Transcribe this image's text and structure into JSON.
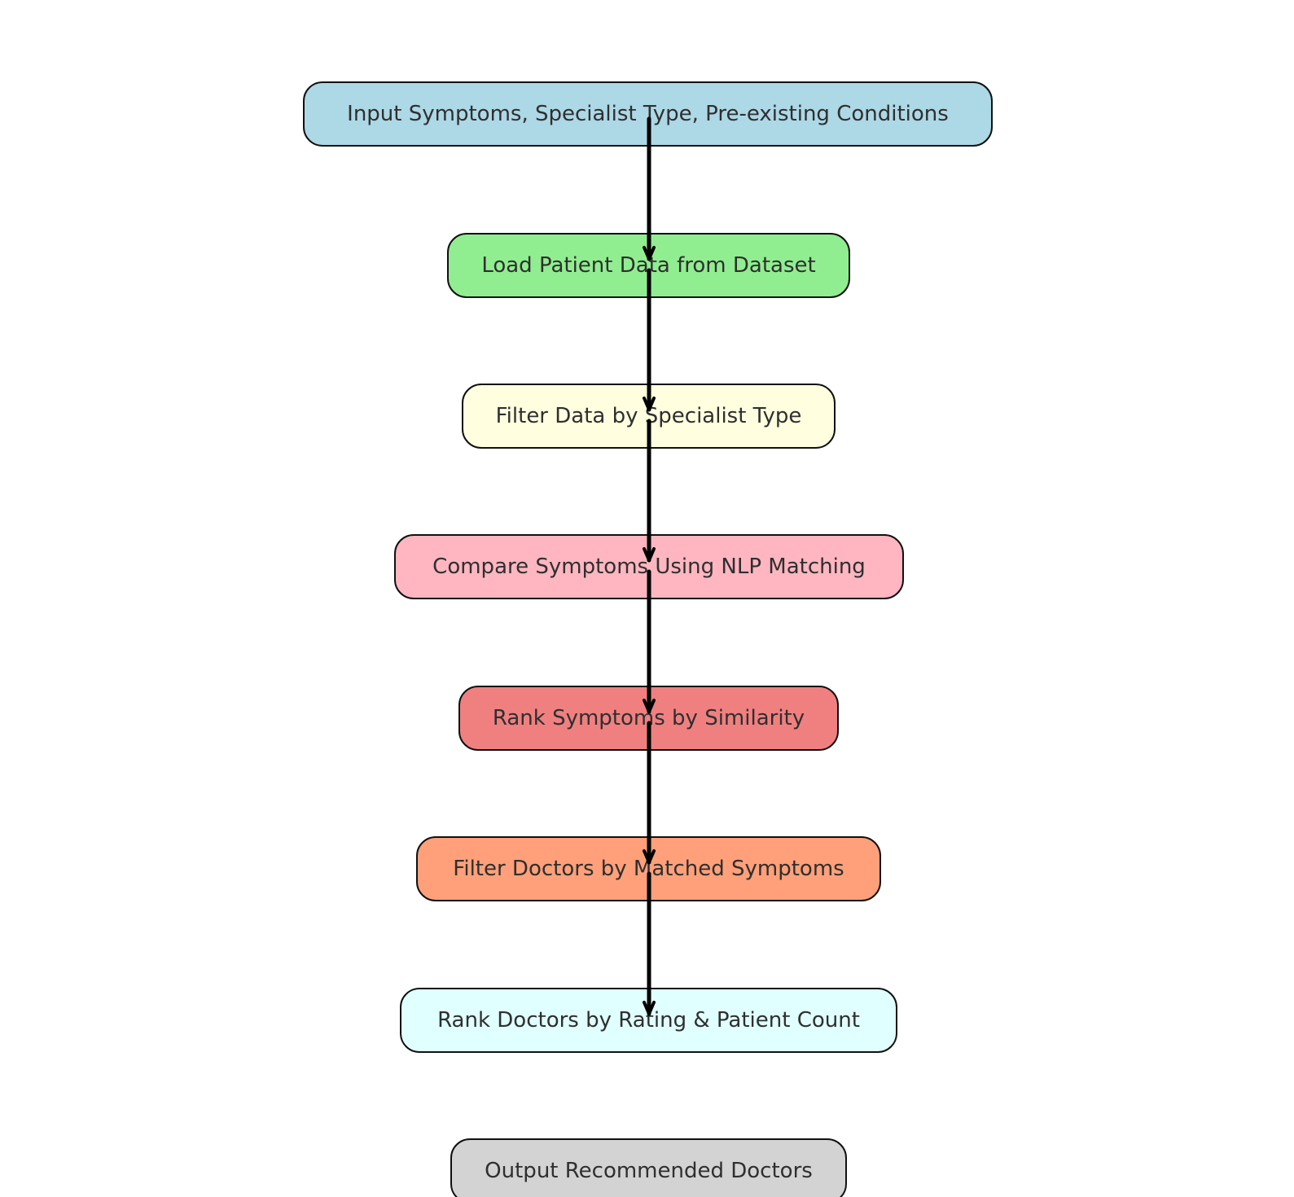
{
  "colors": {
    "stroke": "#111111",
    "text": "#2f2f2f",
    "arrow": "#000000"
  },
  "nodes": [
    {
      "label": "Input Symptoms, Specialist Type, Pre-existing Conditions",
      "fill": "#add8e6"
    },
    {
      "label": "Load Patient Data from Dataset",
      "fill": "#90ee90"
    },
    {
      "label": "Filter Data by Specialist Type",
      "fill": "#ffffe0"
    },
    {
      "label": "Compare Symptoms Using NLP Matching",
      "fill": "#ffb6c1"
    },
    {
      "label": "Rank Symptoms by Similarity",
      "fill": "#f08080"
    },
    {
      "label": "Filter Doctors by Matched Symptoms",
      "fill": "#ffa07a"
    },
    {
      "label": "Rank Doctors by Rating & Patient Count",
      "fill": "#e0ffff"
    },
    {
      "label": "Output Recommended Doctors",
      "fill": "#d3d3d3"
    }
  ],
  "edges": [
    {
      "from": 0,
      "to": 1
    },
    {
      "from": 1,
      "to": 2
    },
    {
      "from": 2,
      "to": 3
    },
    {
      "from": 3,
      "to": 4
    },
    {
      "from": 4,
      "to": 5
    },
    {
      "from": 5,
      "to": 6
    }
  ]
}
